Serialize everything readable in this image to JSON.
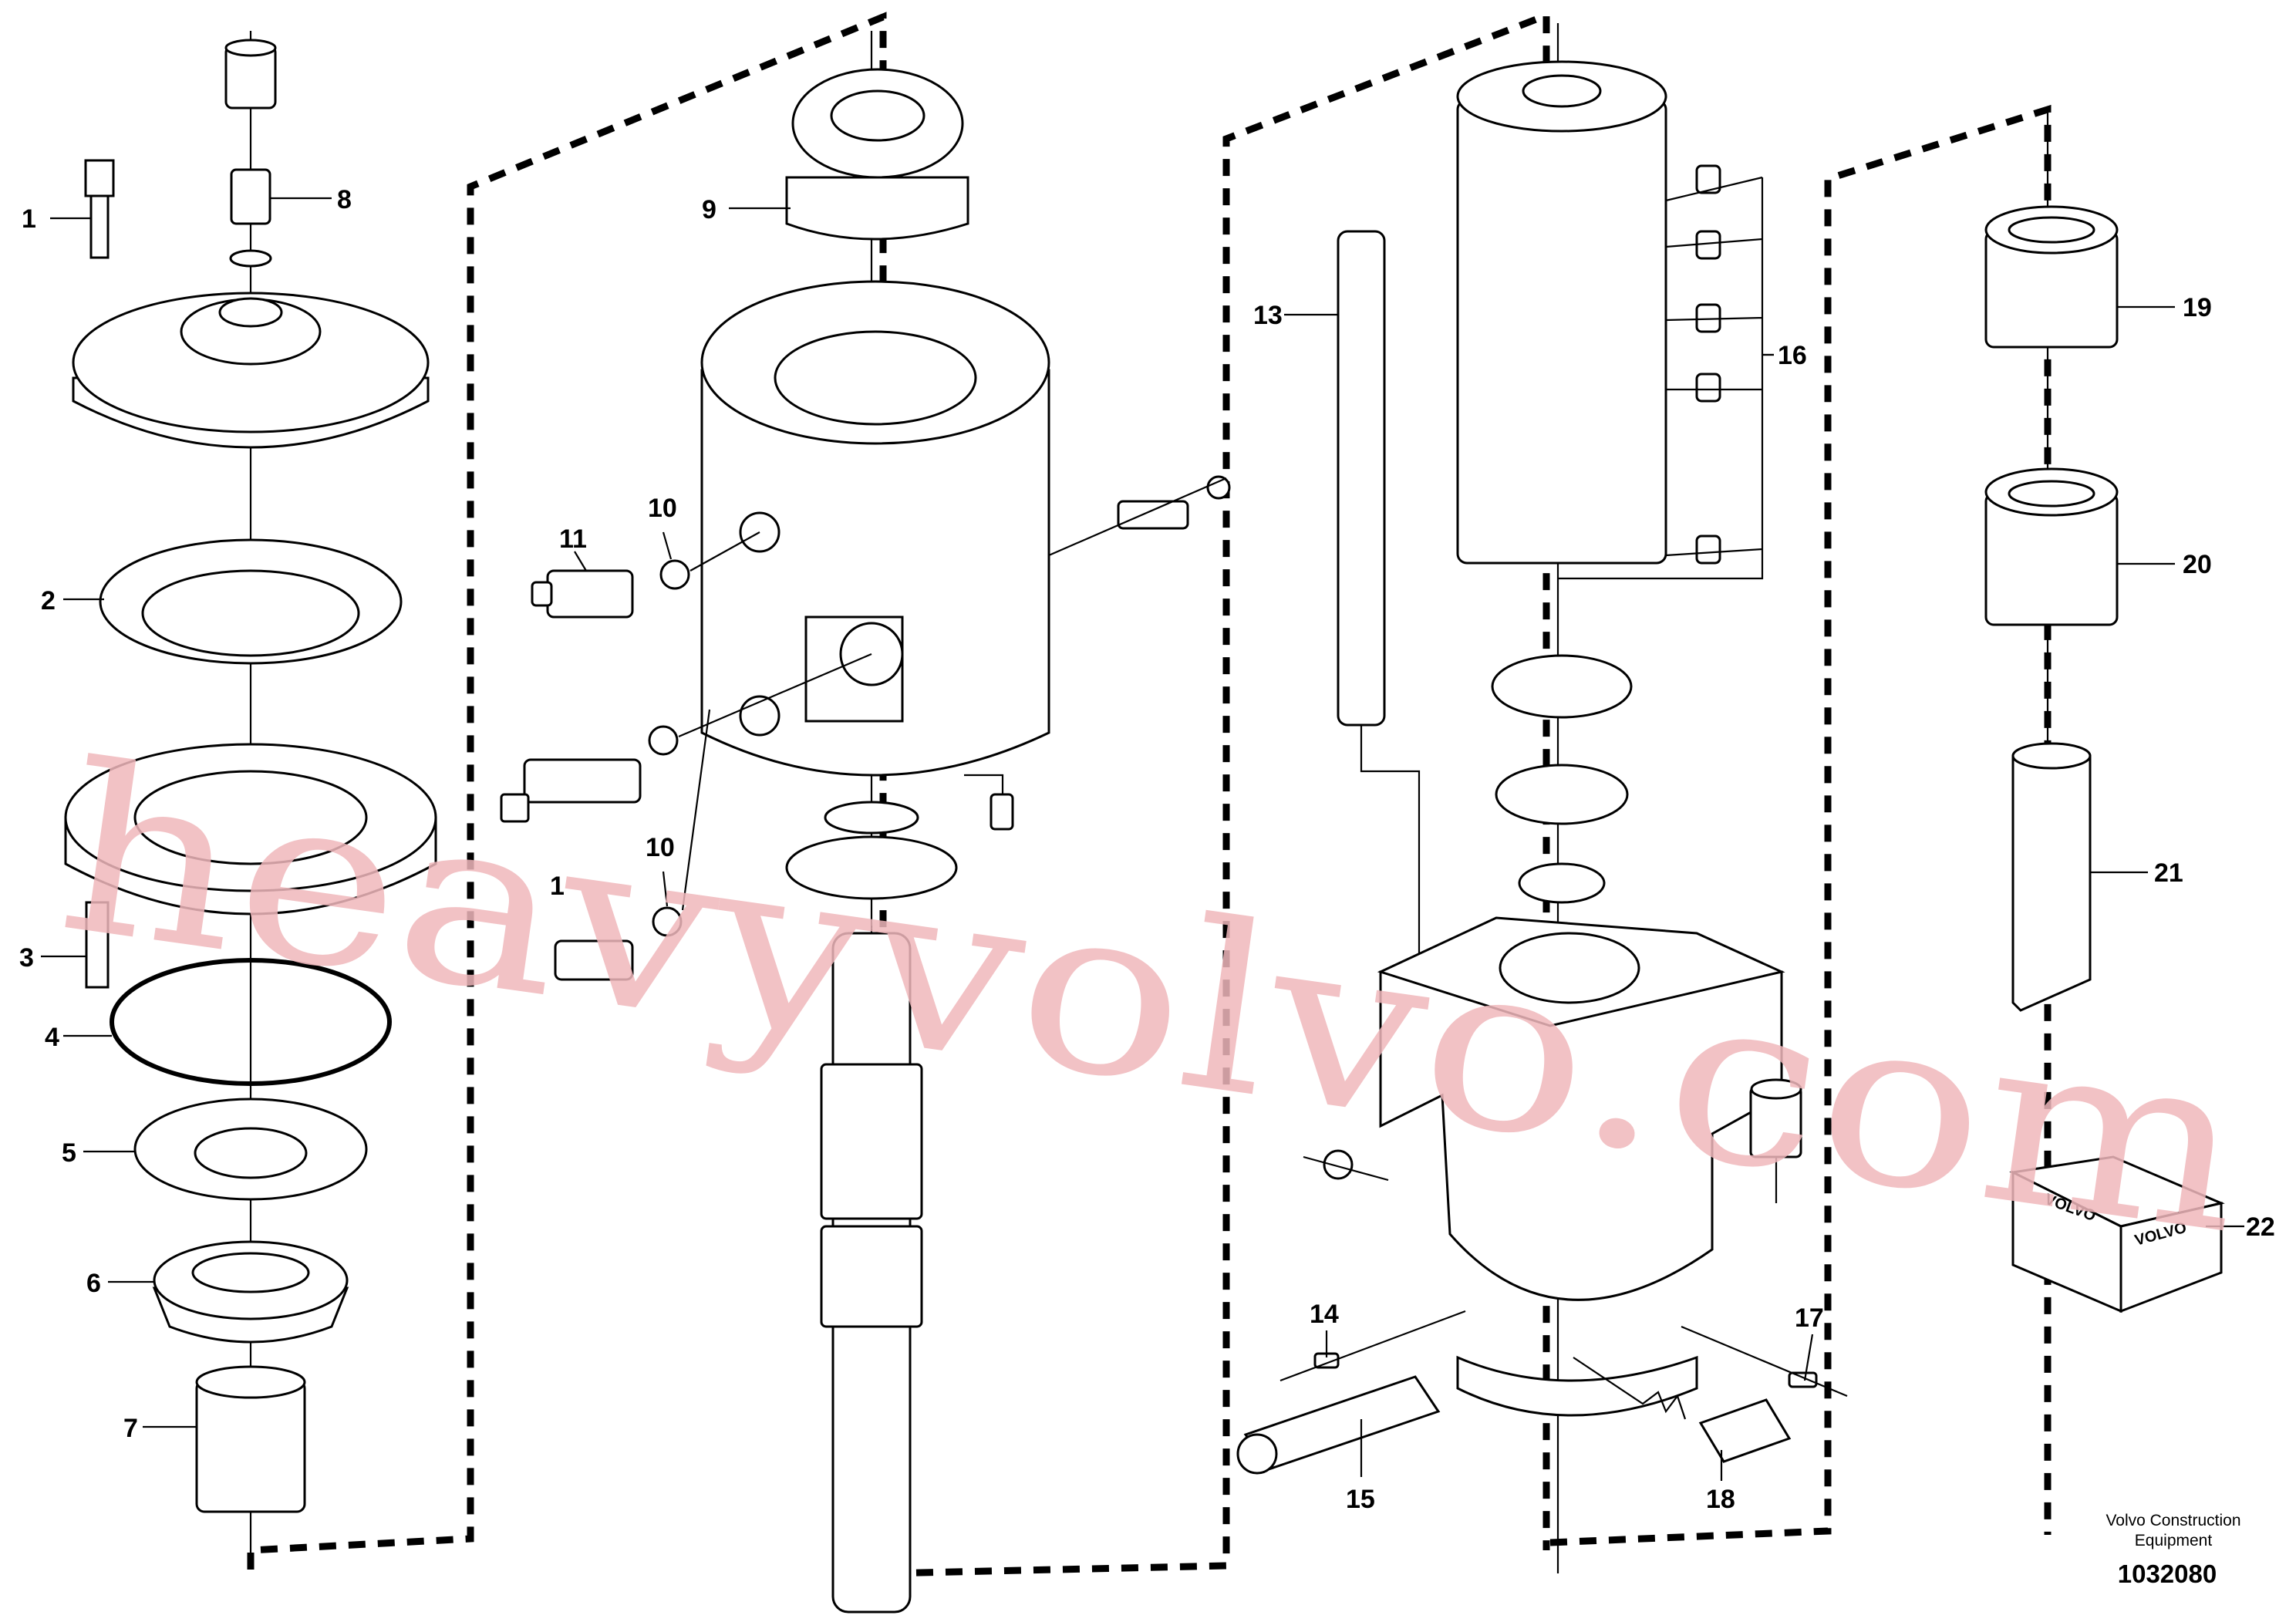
{
  "diagram": {
    "callouts": [
      "1",
      "8",
      "9",
      "10",
      "11",
      "13",
      "16",
      "19",
      "2",
      "20",
      "3",
      "4",
      "5",
      "6",
      "7",
      "14",
      "15",
      "17",
      "18",
      "21",
      "22",
      "10",
      "1"
    ],
    "caption": {
      "line1": "Volvo Construction",
      "line2": "Equipment"
    },
    "diagram_number": "1032080",
    "watermark": "heavyvolvo.com",
    "box_text": [
      "VOLVO",
      "VOLVO"
    ]
  }
}
